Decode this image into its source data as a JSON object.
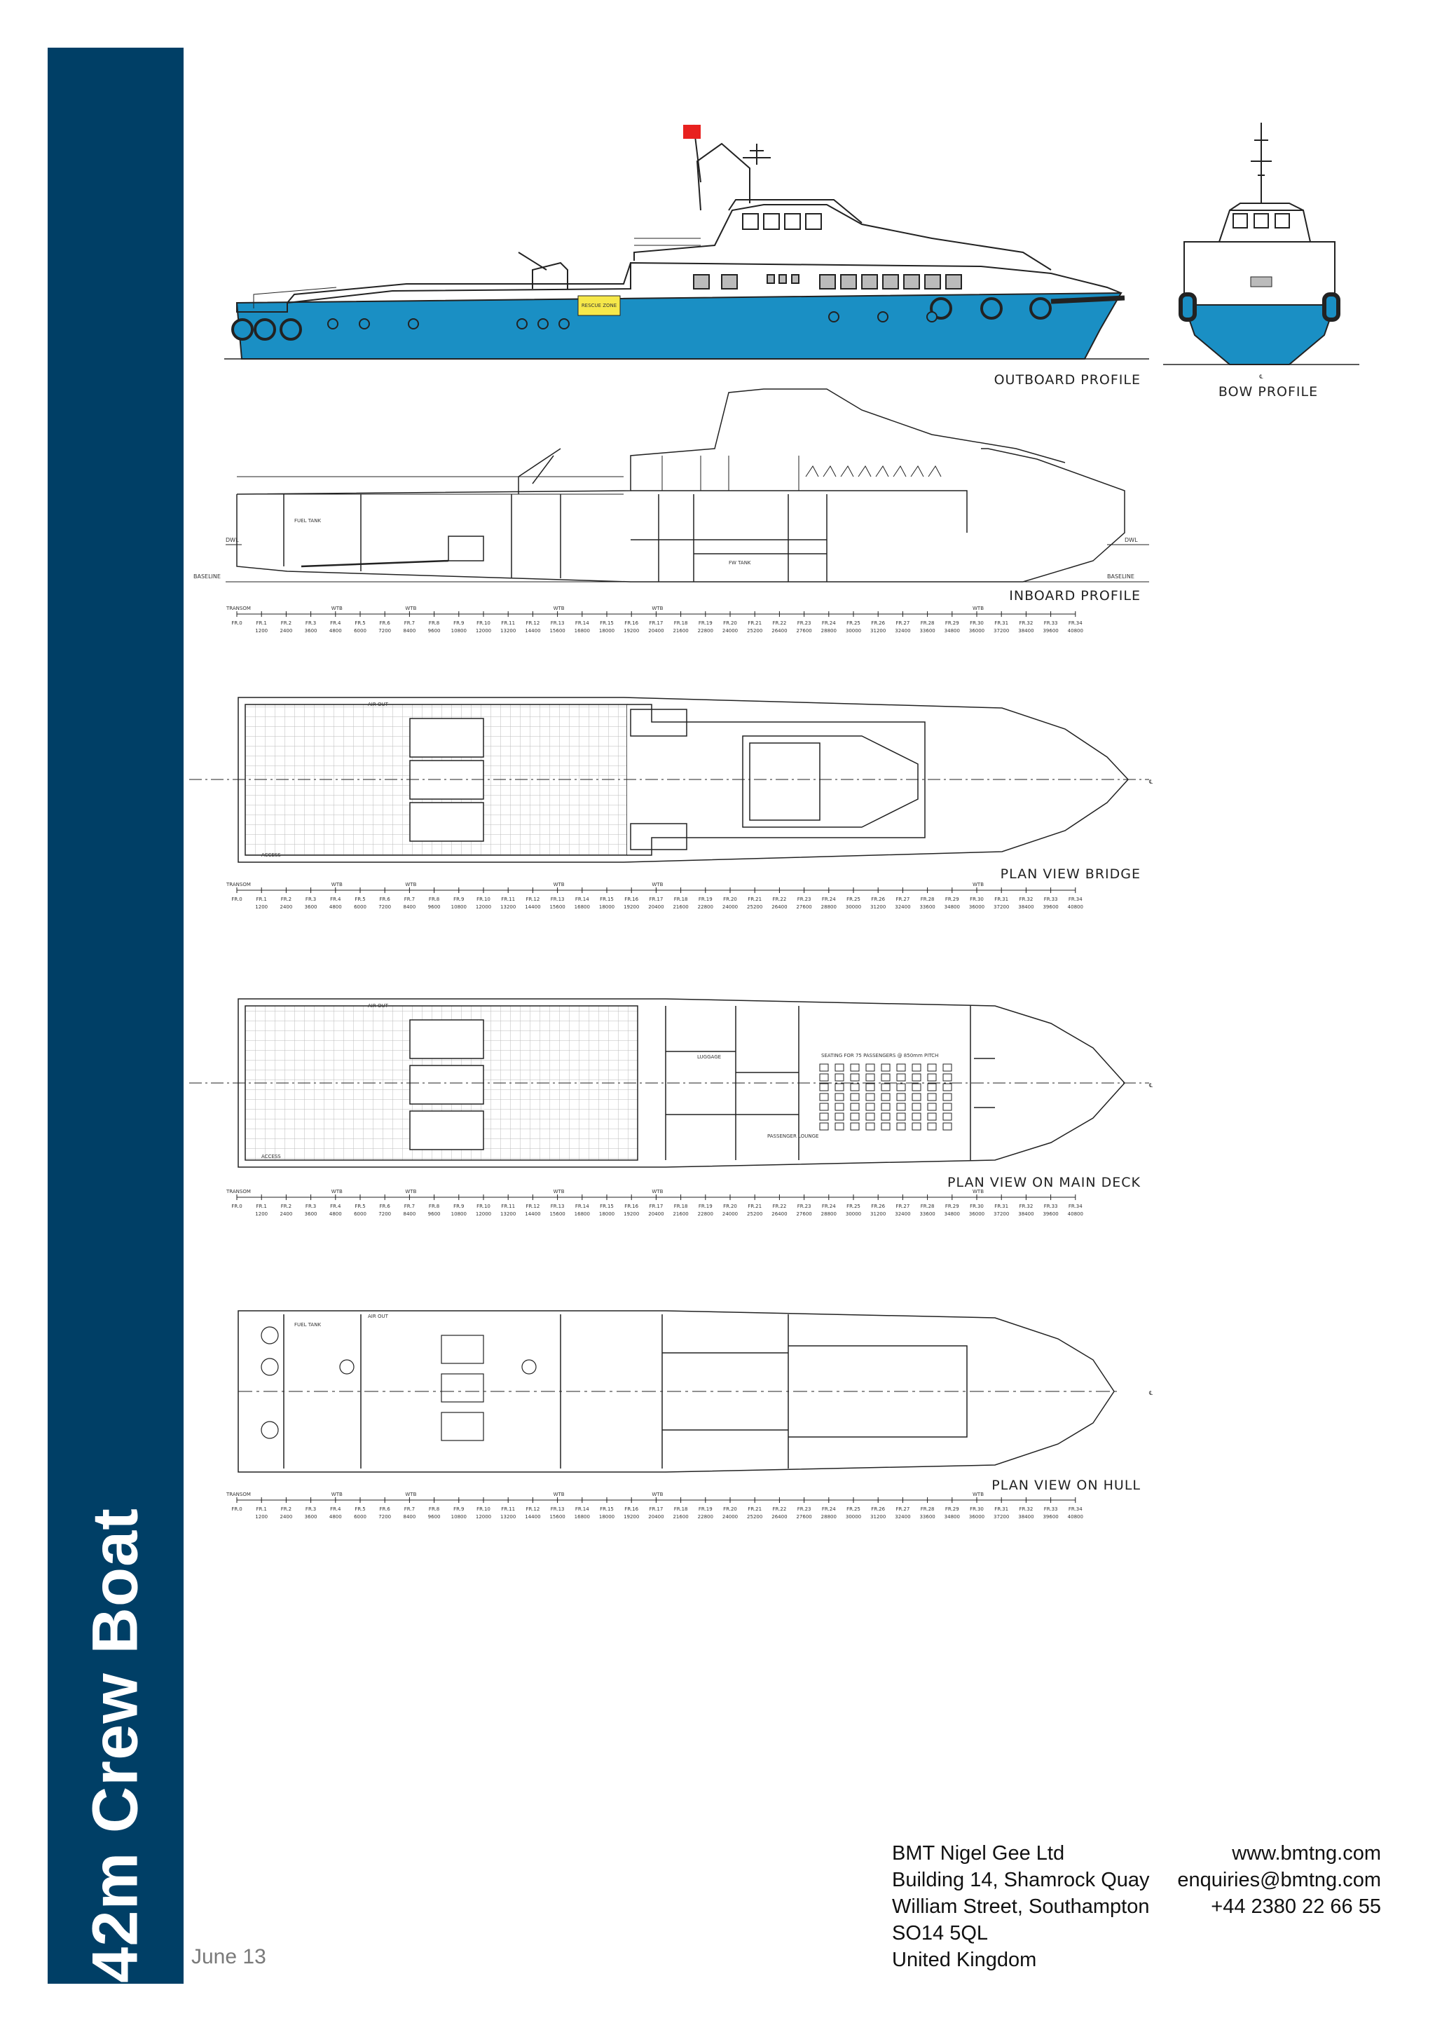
{
  "title": "42m Crew Boat",
  "date": "June 13",
  "company": {
    "address_lines": [
      "BMT Nigel Gee Ltd",
      "Building 14, Shamrock Quay",
      "William Street, Southampton",
      "SO14 5QL",
      "United Kingdom"
    ],
    "contact_lines": [
      "www.bmtng.com",
      "enquiries@bmtng.com",
      "+44 2380 22 66 55"
    ]
  },
  "drawings": {
    "outboard_profile": "OUTBOARD PROFILE",
    "bow_profile": "BOW PROFILE",
    "inboard_profile": "INBOARD PROFILE",
    "plan_bridge": "PLAN VIEW BRIDGE",
    "plan_main_deck": "PLAN VIEW ON MAIN DECK",
    "plan_hull": "PLAN VIEW ON HULL",
    "dwl": "DWL",
    "baseline": "BASELINE",
    "transom": "TRANSOM",
    "wtb": "WTB",
    "centreline": "℄",
    "rescue_zone": "RESCUE ZONE",
    "seating_note": "SEATING FOR 75 PASSENGERS @ 850mm PITCH",
    "passenger_lounge": "PASSENGER LOUNGE",
    "luggage": "LUGGAGE",
    "fuel_tank": "FUEL TANK",
    "fw_tank": "FW TANK",
    "air_out": "AIR OUT",
    "access": "ACCESS"
  },
  "frames": {
    "labels": [
      "FR.0",
      "FR.1",
      "FR.2",
      "FR.3",
      "FR.4",
      "FR.5",
      "FR.6",
      "FR.7",
      "FR.8",
      "FR.9",
      "FR.10",
      "FR.11",
      "FR.12",
      "FR.13",
      "FR.14",
      "FR.15",
      "FR.16",
      "FR.17",
      "FR.18",
      "FR.19",
      "FR.20",
      "FR.21",
      "FR.22",
      "FR.23",
      "FR.24",
      "FR.25",
      "FR.26",
      "FR.27",
      "FR.28",
      "FR.29",
      "FR.30",
      "FR.31",
      "FR.32",
      "FR.33",
      "FR.34"
    ],
    "positions": [
      "",
      "1200",
      "2400",
      "3600",
      "4800",
      "6000",
      "7200",
      "8400",
      "9600",
      "10800",
      "12000",
      "13200",
      "14400",
      "15600",
      "16800",
      "18000",
      "19200",
      "20400",
      "21600",
      "22800",
      "24000",
      "25200",
      "26400",
      "27600",
      "28800",
      "30000",
      "31200",
      "32400",
      "33600",
      "34800",
      "36000",
      "37200",
      "38400",
      "39600",
      "40800"
    ]
  },
  "colors": {
    "sidebar": "#003f66",
    "hull": "#1a8fc4",
    "flag": "#e8211f",
    "line": "#222222"
  }
}
